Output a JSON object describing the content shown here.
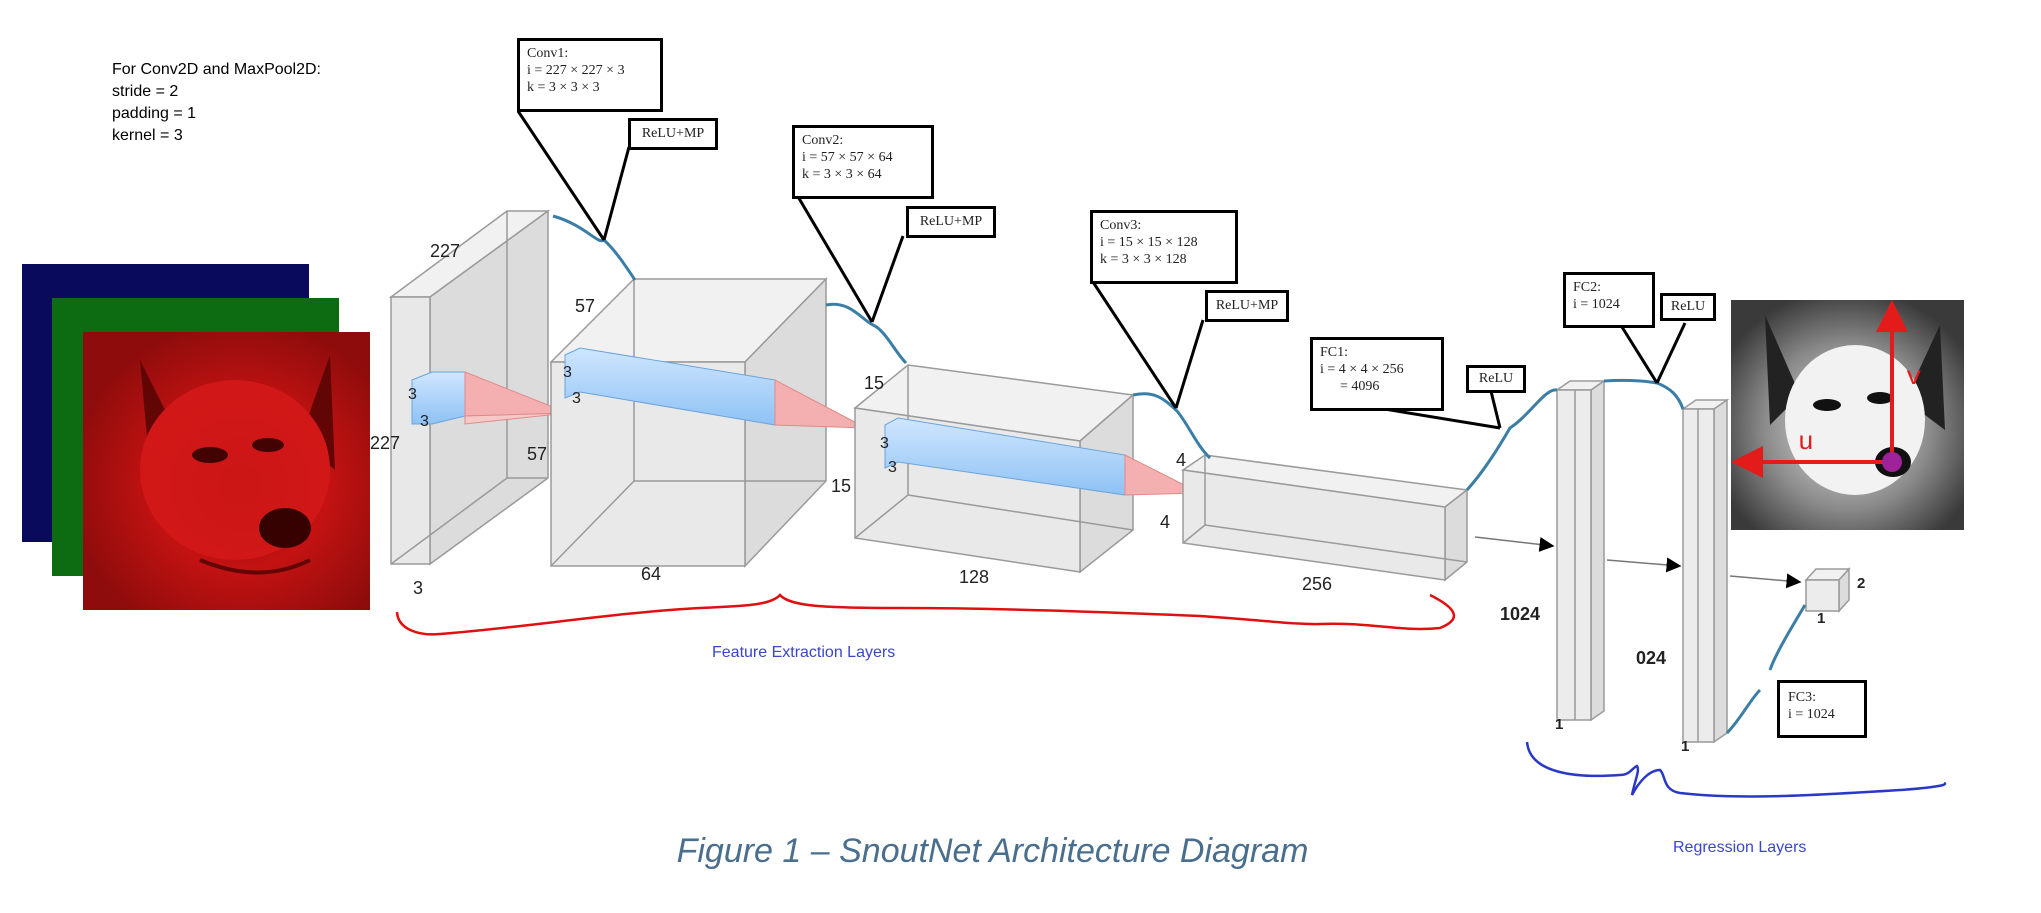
{
  "notes": {
    "title": "For Conv2D and MaxPool2D:",
    "lines": [
      "stride = 2",
      "padding = 1",
      "kernel = 3"
    ]
  },
  "input_image": {
    "channels": [
      "blue",
      "green",
      "red"
    ],
    "colors": {
      "red": "#c41212",
      "green": "#0d6b12",
      "blue": "#0a0a5c"
    }
  },
  "layers": {
    "input": {
      "height": "227",
      "width": "227",
      "depth": "3"
    },
    "conv1": {
      "box": [
        "Conv1:",
        "i = 227 × 227 × 3",
        "k = 3 × 3 × 3"
      ],
      "act": "ReLU+MP",
      "height": "57",
      "width": "57",
      "depth": "64",
      "kernel_a": "3",
      "kernel_b": "3"
    },
    "conv2": {
      "box": [
        "Conv2:",
        "i = 57 × 57 × 64",
        "k = 3 × 3 × 64"
      ],
      "act": "ReLU+MP",
      "height": "15",
      "width": "15",
      "depth": "128",
      "kernel_a": "3",
      "kernel_b": "3"
    },
    "conv3": {
      "box": [
        "Conv3:",
        "i = 15 × 15 × 128",
        "k = 3 × 3 × 128"
      ],
      "act": "ReLU+MP",
      "height": "4",
      "width": "4",
      "depth": "256",
      "kernel_a": "3",
      "kernel_b": "3"
    },
    "fc1": {
      "box": [
        "FC1:",
        "i = 4 × 4 × 256",
        "= 4096"
      ],
      "act": "ReLU",
      "size": "1024",
      "unit": "1"
    },
    "fc2": {
      "box": [
        "FC2:",
        "i = 1024"
      ],
      "act": "ReLU",
      "size": "024",
      "unit": "1"
    },
    "fc3": {
      "box": [
        "FC3:",
        "i = 1024"
      ],
      "out_a": "2",
      "out_b": "1"
    }
  },
  "output_image": {
    "u_label": "u",
    "v_label": "v",
    "arrow_color": "#e41b1b",
    "point_color": "#a0229a"
  },
  "brackets": {
    "feature": "Feature Extraction Layers",
    "regression": "Regression Layers",
    "feature_color": "#e01010",
    "regression_color": "#2a38c8"
  },
  "caption": "Figure 1 – SnoutNet Architecture Diagram"
}
